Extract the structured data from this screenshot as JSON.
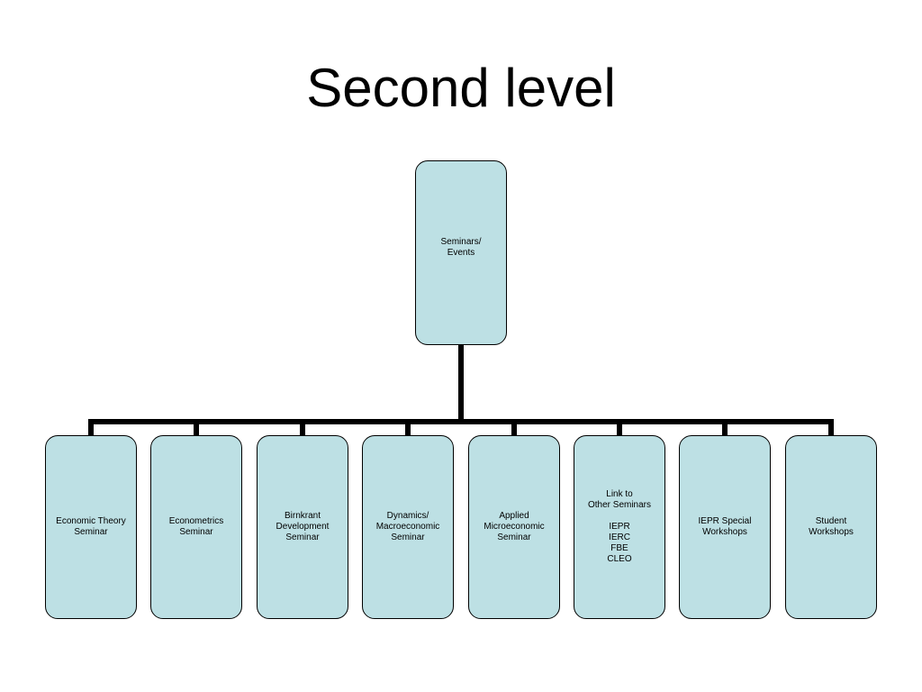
{
  "title": "Second level",
  "colors": {
    "box_fill": "#bde0e4",
    "box_border": "#000000",
    "connector": "#000000"
  },
  "root": {
    "label": "Seminars/\nEvents"
  },
  "children": [
    {
      "label": "Economic Theory\nSeminar"
    },
    {
      "label": "Econometrics\nSeminar"
    },
    {
      "label": "Birnkrant\nDevelopment\nSeminar"
    },
    {
      "label": "Dynamics/\nMacroeconomic\nSeminar"
    },
    {
      "label": "Applied\nMicroeconomic\nSeminar"
    },
    {
      "label": "Link to\nOther Seminars\n\nIEPR\nIERC\nFBE\nCLEO"
    },
    {
      "label": "IEPR Special\nWorkshops"
    },
    {
      "label": "Student\nWorkshops"
    }
  ]
}
